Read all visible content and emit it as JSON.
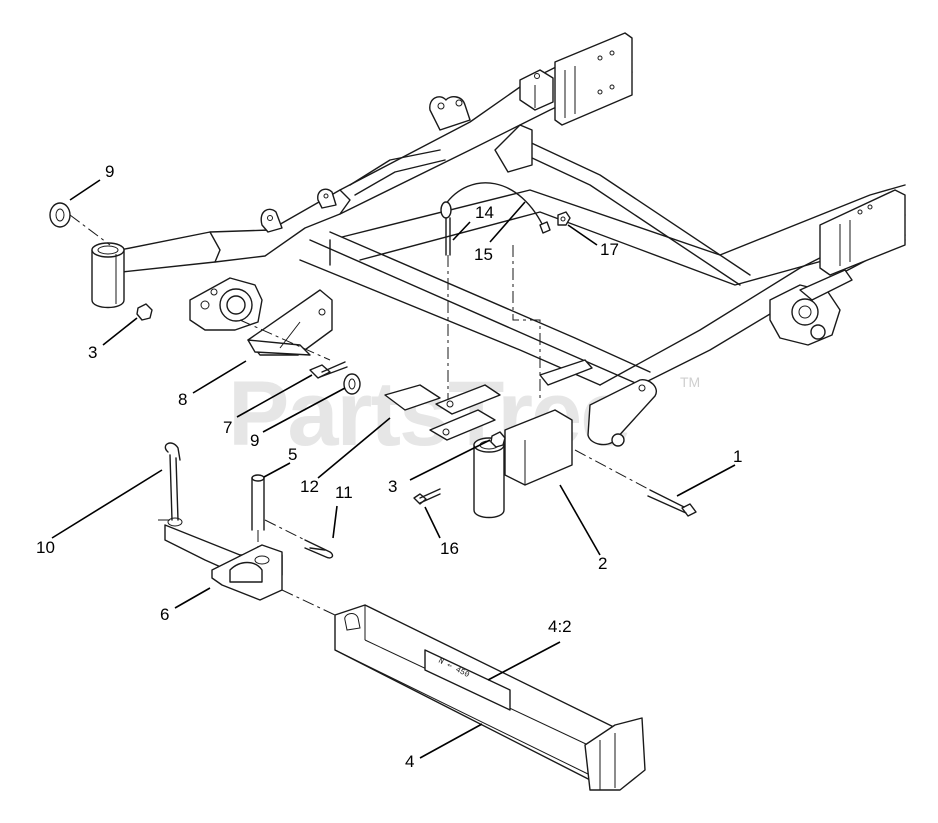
{
  "watermark": {
    "text": "PartsTree",
    "mark": "TM"
  },
  "decal": {
    "text": "N ⇐ 450"
  },
  "callouts": [
    {
      "id": "c1",
      "label": "1"
    },
    {
      "id": "c2",
      "label": "2"
    },
    {
      "id": "c3a",
      "label": "3"
    },
    {
      "id": "c3b",
      "label": "3"
    },
    {
      "id": "c4",
      "label": "4"
    },
    {
      "id": "c42",
      "label": "4:2"
    },
    {
      "id": "c5",
      "label": "5"
    },
    {
      "id": "c6",
      "label": "6"
    },
    {
      "id": "c7",
      "label": "7"
    },
    {
      "id": "c8",
      "label": "8"
    },
    {
      "id": "c9a",
      "label": "9"
    },
    {
      "id": "c9b",
      "label": "9"
    },
    {
      "id": "c10",
      "label": "10"
    },
    {
      "id": "c11",
      "label": "11"
    },
    {
      "id": "c12",
      "label": "12"
    },
    {
      "id": "c14",
      "label": "14"
    },
    {
      "id": "c15",
      "label": "15"
    },
    {
      "id": "c16",
      "label": "16"
    },
    {
      "id": "c17",
      "label": "17"
    }
  ]
}
